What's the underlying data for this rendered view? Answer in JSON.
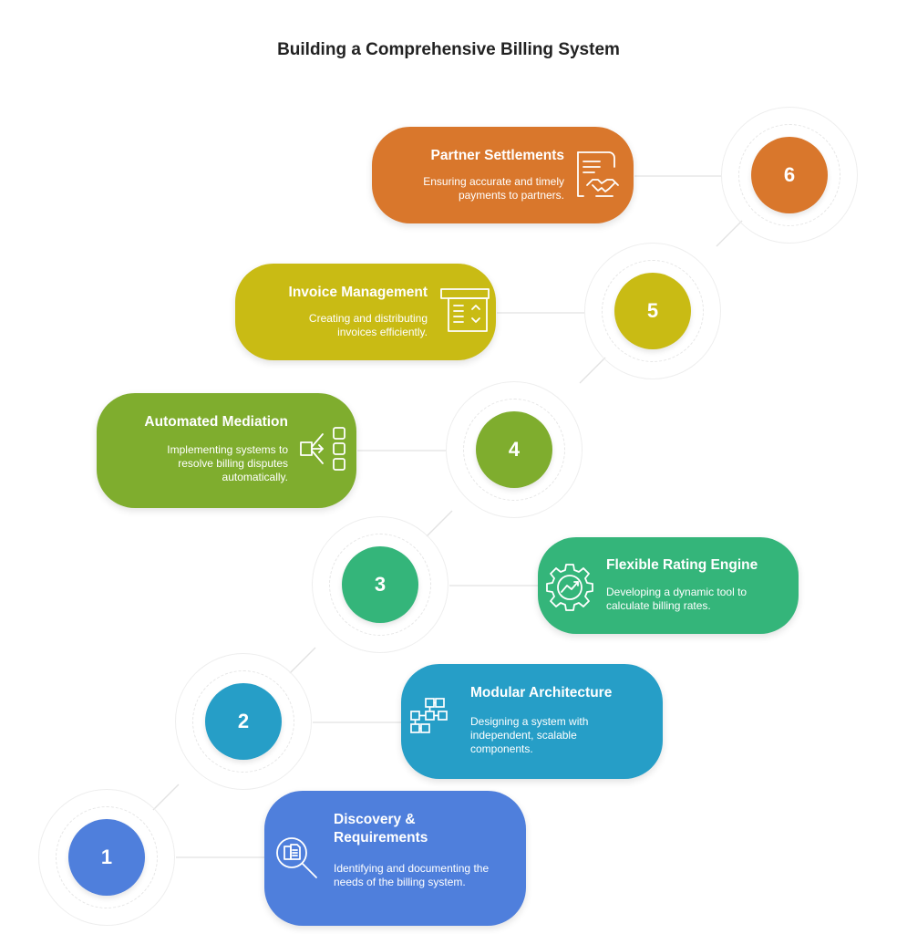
{
  "title": "Building a Comprehensive Billing System",
  "steps": [
    {
      "number": "1",
      "title": "Discovery & Requirements",
      "description": "Identifying and documenting the needs of the billing system.",
      "icon": "magnifier-document-icon",
      "color": "#4f7fdc"
    },
    {
      "number": "2",
      "title": "Modular Architecture",
      "description": "Designing a system with independent, scalable components.",
      "icon": "modules-icon",
      "color": "#269ec7"
    },
    {
      "number": "3",
      "title": "Flexible Rating Engine",
      "description": "Developing a dynamic tool to calculate billing rates.",
      "icon": "gear-chart-icon",
      "color": "#34b57a"
    },
    {
      "number": "4",
      "title": "Automated Mediation",
      "description": "Implementing systems to resolve billing disputes automatically.",
      "icon": "flow-branch-icon",
      "color": "#7fad2e"
    },
    {
      "number": "5",
      "title": "Invoice Management",
      "description": "Creating and distributing invoices efficiently.",
      "icon": "invoice-icon",
      "color": "#c9bb14"
    },
    {
      "number": "6",
      "title": "Partner Settlements",
      "description": "Ensuring accurate and timely payments to partners.",
      "icon": "contract-handshake-icon",
      "color": "#d9772c"
    }
  ]
}
